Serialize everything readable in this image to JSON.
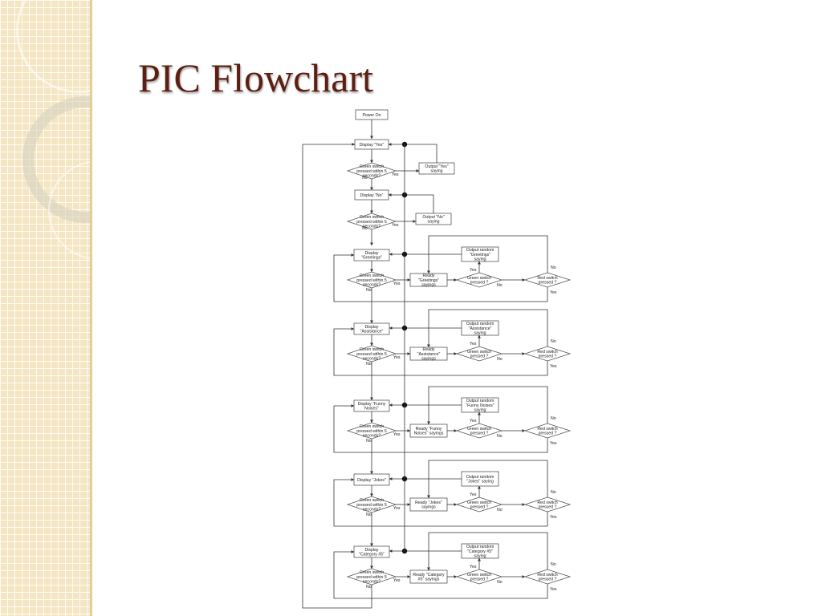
{
  "slide": {
    "title": "PIC Flowchart"
  },
  "flowchart": {
    "power_on": "Power On",
    "top_displays": [
      {
        "display": [
          "Display \"Yes\""
        ],
        "output": [
          "Output \"Yes\"",
          "saying"
        ]
      },
      {
        "display": [
          "Display \"No\""
        ],
        "output": [
          "Output \"No\"",
          "saying"
        ]
      }
    ],
    "categories": [
      {
        "display": [
          "Display",
          "\"Greetings\""
        ],
        "ready": [
          "Ready",
          "\"Greetings\"",
          "sayings"
        ],
        "output": [
          "Output random",
          "\"Greetings\"",
          "saying"
        ]
      },
      {
        "display": [
          "Display",
          "\"Assistance\""
        ],
        "ready": [
          "Ready",
          "\"Assistance\"",
          "sayings"
        ],
        "output": [
          "Output random",
          "\"Assistance\"",
          "saying"
        ]
      },
      {
        "display": [
          "Display \"Funny",
          "Noises\""
        ],
        "ready": [
          "Ready \"Funny",
          "Noises\" sayings"
        ],
        "output": [
          "Output random",
          "\"Funny Noises\"",
          "saying"
        ]
      },
      {
        "display": [
          "Display \"Jokes\""
        ],
        "ready": [
          "Ready \"Jokes\"",
          "sayings"
        ],
        "output": [
          "Output random",
          "\"Jokes\" saying"
        ]
      },
      {
        "display": [
          "Display",
          "\"Category #5\""
        ],
        "ready": [
          "Ready \"Category",
          "#5\" sayings"
        ],
        "output": [
          "Output random",
          "\"Category #5\"",
          "saying"
        ]
      }
    ],
    "green_decision": [
      "Green switch",
      "pressed within 5",
      "seconds?"
    ],
    "green_pressed": [
      "Green switch",
      "pressed ?"
    ],
    "red_pressed": [
      "Red switch",
      "pressed ?"
    ],
    "yes_label": "Yes",
    "no_label": "No"
  }
}
